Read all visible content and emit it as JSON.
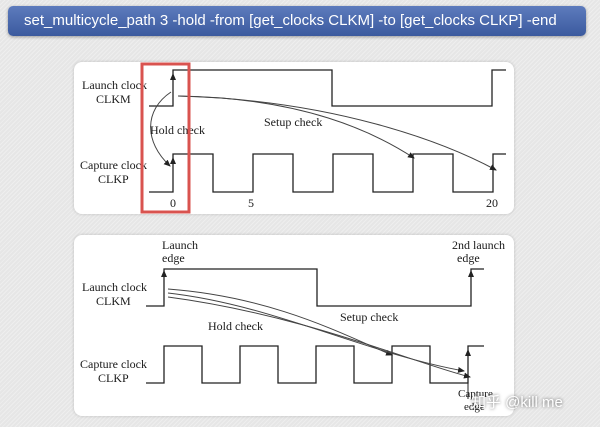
{
  "command": "set_multicycle_path 3 -hold  -from [get_clocks CLKM] -to [get_clocks CLKP] -end",
  "top_diagram": {
    "launch_label_1": "Launch clock",
    "launch_label_2": "CLKM",
    "capture_label_1": "Capture clock",
    "capture_label_2": "CLKP",
    "hold_check": "Hold check",
    "setup_check": "Setup check",
    "tick_0": "0",
    "tick_5": "5",
    "tick_20": "20",
    "highlight_color": "#d9534f"
  },
  "bottom_diagram": {
    "launch_edge_1": "Launch",
    "launch_edge_2": "edge",
    "second_launch_1": "2nd launch",
    "second_launch_2": "edge",
    "launch_label_1": "Launch clock",
    "launch_label_2": "CLKM",
    "capture_label_1": "Capture clock",
    "capture_label_2": "CLKP",
    "hold_check": "Hold check",
    "setup_check": "Setup check",
    "capture_edge_1": "Capture",
    "capture_edge_2": "edge"
  },
  "watermark": "知乎 @kill me"
}
